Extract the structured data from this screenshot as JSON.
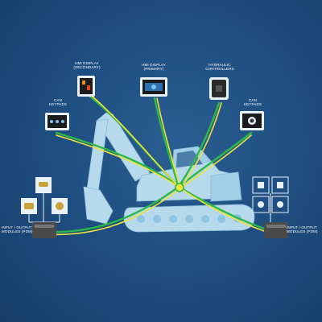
{
  "colors": {
    "background": "#1f4f82",
    "excavator": "#bfe1f2",
    "wire_green": "#2db84a",
    "wire_yellow": "#f2e23a",
    "device_frame": "#e9f2f8"
  },
  "labels": {
    "hmi_secondary": [
      "HMI DISPLAY",
      "(SECONDARY)"
    ],
    "hmi_primary": [
      "HMI DISPLAY",
      "(PRIMARY)"
    ],
    "hydraulic": [
      "HYDRAULIC",
      "CONTROLLERS"
    ],
    "can_left": [
      "CAN",
      "KEYPADS"
    ],
    "can_right": [
      "CAN",
      "KEYPADS"
    ],
    "io_left": [
      "INPUT / OUTPUT",
      "MODULES (PDM)"
    ],
    "io_right": [
      "INPUT / OUTPUT",
      "MODULES (PDM)"
    ]
  },
  "icons": [
    "display-screen-icon",
    "display-screen-icon",
    "hydraulic-controller-icon",
    "keypad-icon",
    "keypad-icon",
    "io-module-icon",
    "sensor-icon",
    "joystick-icon"
  ]
}
